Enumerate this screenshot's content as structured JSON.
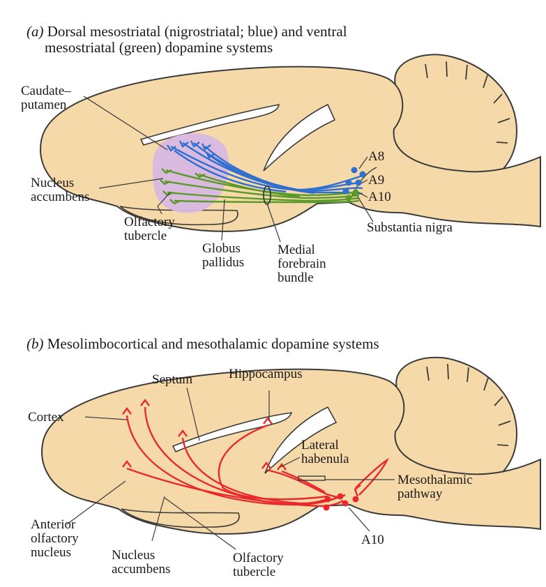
{
  "panel_a": {
    "caption_part": "(a)",
    "caption_line1": "Dorsal mesostriatal (nigrostriatal; blue) and ventral",
    "caption_line2": "mesostriatal (green) dopamine systems",
    "labels": {
      "caudate_1": "Caudate–",
      "caudate_2": "putamen",
      "nucleus_acc_1": "Nucleus",
      "nucleus_acc_2": "accumbens",
      "olfactory_1": "Olfactory",
      "olfactory_2": "tubercle",
      "globus_1": "Globus",
      "globus_2": "pallidus",
      "mfb_1": "Medial",
      "mfb_2": "forebrain",
      "mfb_3": "bundle",
      "a8": "A8",
      "a9": "A9",
      "a10": "A10",
      "substantia": "Substantia nigra"
    },
    "colors": {
      "nigrostriatal": "#2e6fd0",
      "mesostriatal_ventral": "#5a9a2a",
      "striatum": "#d8b8e0"
    }
  },
  "panel_b": {
    "caption_part": "(b)",
    "caption_text": "Mesolimbocortical and mesothalamic dopamine systems",
    "labels": {
      "septum": "Septum",
      "hippocampus": "Hippocampus",
      "cortex": "Cortex",
      "lateral_1": "Lateral",
      "lateral_2": "habenula",
      "mesothal_1": "Mesothalamic",
      "mesothal_2": "pathway",
      "anterior_1": "Anterior",
      "anterior_2": "olfactory",
      "anterior_3": "nucleus",
      "nucleus_1": "Nucleus",
      "nucleus_2": "accumbens",
      "olf_1": "Olfactory",
      "olf_2": "tubercle",
      "a10": "A10"
    },
    "colors": {
      "mesolimbic": "#e8282b"
    }
  },
  "colors": {
    "brain": "#f6d9a8",
    "outline": "#3a3a3a",
    "background": "#ffffff"
  }
}
